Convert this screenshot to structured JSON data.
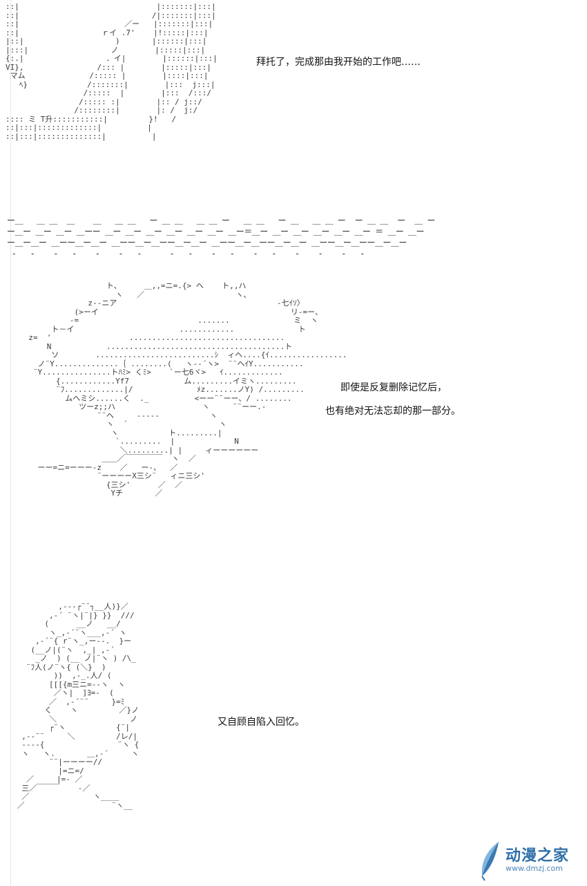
{
  "captions": {
    "panel1": "拜托了，完成那由我开始的工作吧……",
    "panel2_line1": "即使是反复删除记忆后，",
    "panel2_line2": "也有绝对无法忘却的那一部分。",
    "panel3": "又自顾自陷入回忆。"
  },
  "watermark": {
    "name": "动漫之家",
    "url": "www.dmzj.com",
    "colors": {
      "primary": "#2f6fa8",
      "secondary": "#7fb6e0"
    }
  },
  "art": {
    "panel1": "::|                              |:::::::|:::|\n::|                             /|:::::::|:::|\n::|                       ／ー   |:::::::|:::|\n::|                  ｒイ .7'    |!:::::|:::|\n|::|                    )       |::::::|:::|\n|:::|                  ノ        |:::::|:::|\n{:.|                  ．イ|        |::::::|:::|\nVI},                /::: |        |:::::|:::|\n マム              /::::: |        |::::|:::|\n   ﾍ}             /:::::::|        |:::  j:::|\n                 /:::::  |        |:::  /:::/\n                /::::: :|        |:: / j::/\n               /::::::::|        |: /  j:/\n:::: ミ T升:::::::::::|         }!   /\n::|:::|:::::::::::::|          |\n::|:::|::::::::::::::|          |",
    "panel2": "                   ト、     ＿,,=ニ=.{> ヘ    ト,,ハ\n                     ヽ   ／                    ヽ、\n               z--ニア                                   -七ｲｿ〉\n            (>ーイ                                          リ-=ー、\n           -=                          .......              ミ  ヽ\n       ト－イ                       ............              ト\n  z=  '                 ..................................\n      N            .......................................ト\n       ソ        ..........................ｼ  ィヘ....{ｲ.................\n    ノ¨Y..............｛ ........(   ヽ--´ヽ>  ¨¨ヘｲY...........\n   ¨Y...............トﾊﾐ> くﾐ>    `ー七6ヾ>   ｲ.............\n        {............Yf7            ム.........イミヽ.........\n        ¨ﾌ.............|/              ﾒz.......ノY) /.........\n          ムヘミシ......く  ._          <ーー¨¨ーー、/ ........\n             ツーz;;ハ                   ヽ     ¨¨ーー.-\n                 ¨¨ヘ     -----           ヽ\n                   ヽ  ´                    ヽ\n                    ヽ           ト.........|\n                     `.........  |             N\n                      ＼.........| |     ィーーーーーー\n                  ＿＿／￣￣￣￣￣  ヽ  ／\n    ーー=ニ=ーーー-z    ／   ー-、  ／\n                 ¨ーーーーX三シ¨   ィニ三シ'\n                   {三シ'      ／  ／\n                    Yチ       ／",
    "panel3": "          ,---┌¨¨┐__人)}／\n        ,-´ ¨ヽ|¨|} }}  ///\n       (      __ノ   __/\n        ヽ_,-´¨ヽ___,-´ ヽ\n     ,-´¨{ r¨ヽ_,ー--.  }ー\n    (__ノ|(¨ヽ  ,_| ,-´\n     _ノ  ) (__ ノ|¨ヽ ) /\\_\n   ¨ﾌ人(ノ¨ヽ{ (＼}  )\n         ))  ,-_.人/ (\n        [[[{m三ニ=--ヽ  ヽ\n         ／ヽ|  ]ﾖ=-  (\n        ／  ,-´¨¨     }=ﾐ\n       く    ヽ         ／}ノ\n        ＼                ノ\n        ┌¨ヽ           {¨|\n  ,--¨¨     ＼         /レ/|\n  ----{                ¨ヽ {\n  ヽ   ヽ.       ＿,-´     ヽ\n        ¨¨|ーーーー//\n          |=ニ=/\n   ／     |=- ／\n  三／￣￣￣    -／\n  ／              ヽ____\n ／                   ¨ヽ__"
  }
}
